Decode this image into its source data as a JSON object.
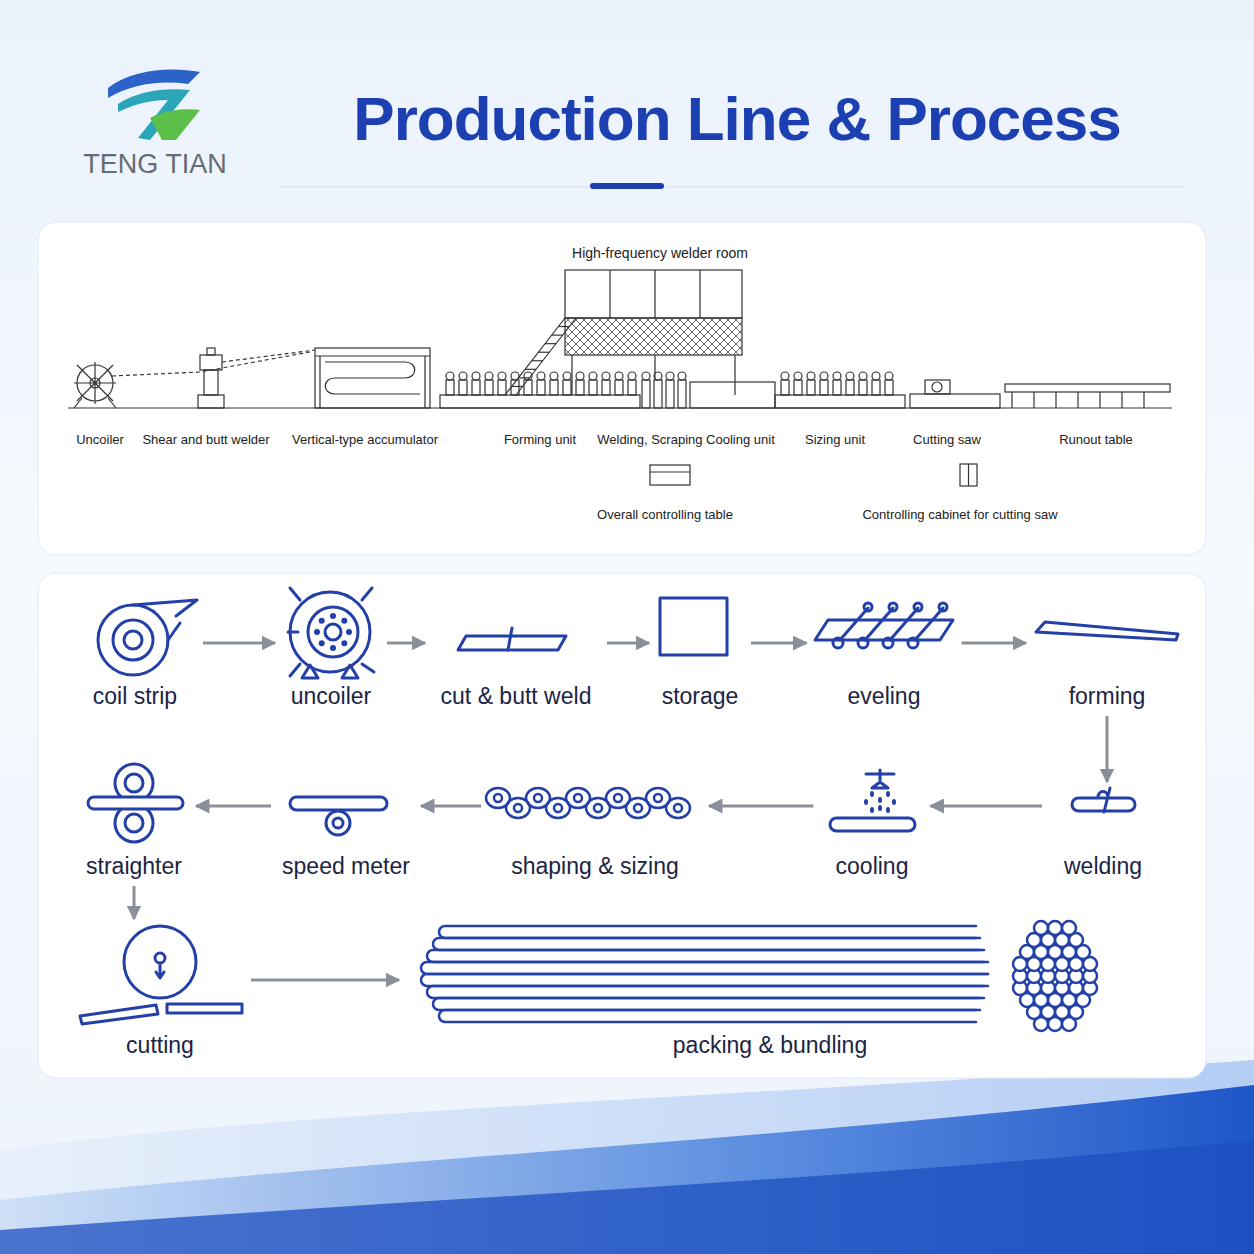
{
  "diagram": {
    "title": "Production Line & Process",
    "nodes": [
      {
        "text": [
          "coil strip"
        ]
      },
      {
        "text": [
          "uncoiler"
        ]
      },
      {
        "text": [
          "cut & butt weld"
        ]
      },
      {
        "text": [
          "storage"
        ]
      },
      {
        "text": [
          "eveling"
        ]
      },
      {
        "text": [
          "forming"
        ]
      },
      {
        "text": [
          "welding"
        ]
      },
      {
        "text": [
          "cooling"
        ]
      },
      {
        "text": [
          "shaping & sizing"
        ]
      },
      {
        "text": [
          "speed meter"
        ]
      },
      {
        "text": [
          "straighter"
        ]
      },
      {
        "text": [
          "cutting"
        ]
      },
      {
        "text": [
          "packing & bundling"
        ]
      }
    ],
    "edges": [
      {
        "from": 0,
        "to": 1,
        "arrow": "to"
      },
      {
        "from": 1,
        "to": 2,
        "arrow": "to"
      },
      {
        "from": 2,
        "to": 3,
        "arrow": "to"
      },
      {
        "from": 3,
        "to": 4,
        "arrow": "to"
      },
      {
        "from": 4,
        "to": 5,
        "arrow": "to"
      },
      {
        "from": 5,
        "to": 6,
        "arrow": "to"
      },
      {
        "from": 6,
        "to": 7,
        "arrow": "to"
      },
      {
        "from": 7,
        "to": 8,
        "arrow": "to"
      },
      {
        "from": 8,
        "to": 9,
        "arrow": "to"
      },
      {
        "from": 9,
        "to": 10,
        "arrow": "to"
      },
      {
        "from": 10,
        "to": 11,
        "arrow": "to"
      },
      {
        "from": 11,
        "to": 12,
        "arrow": "to"
      }
    ],
    "labels": [
      "TENG TIAN",
      "High-frequency welder room",
      "Uncoiler",
      "Shear and butt welder",
      "Vertical-type accumulator",
      "Forming unit",
      "Welding, Scraping Cooling unit",
      "Sizing unit",
      "Cutting saw",
      "Runout table",
      "Overall controlling table",
      "Controlling cabinet for cutting saw"
    ]
  }
}
